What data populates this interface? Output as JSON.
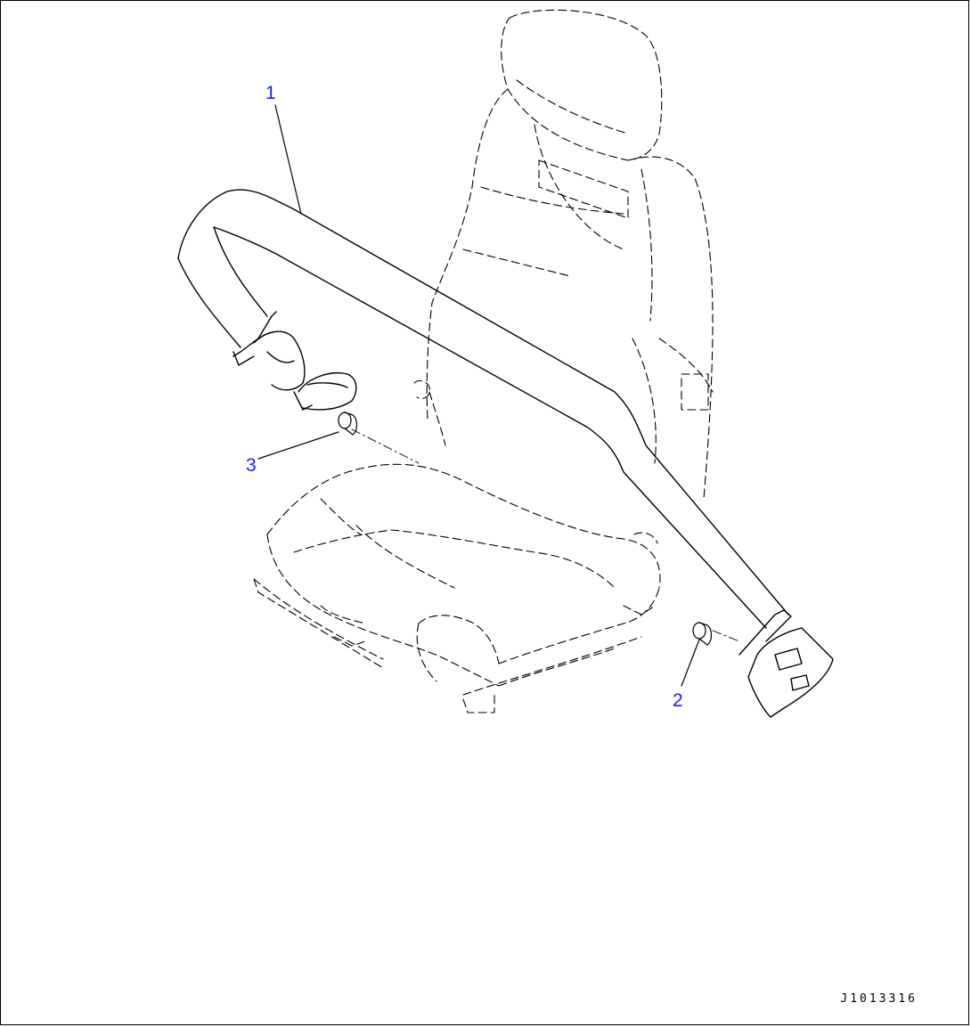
{
  "callouts": {
    "one": "1",
    "two": "2",
    "three": "3"
  },
  "drawing_code": "J1013316",
  "colors": {
    "callout": "#1a1aff",
    "line": "#000000"
  }
}
